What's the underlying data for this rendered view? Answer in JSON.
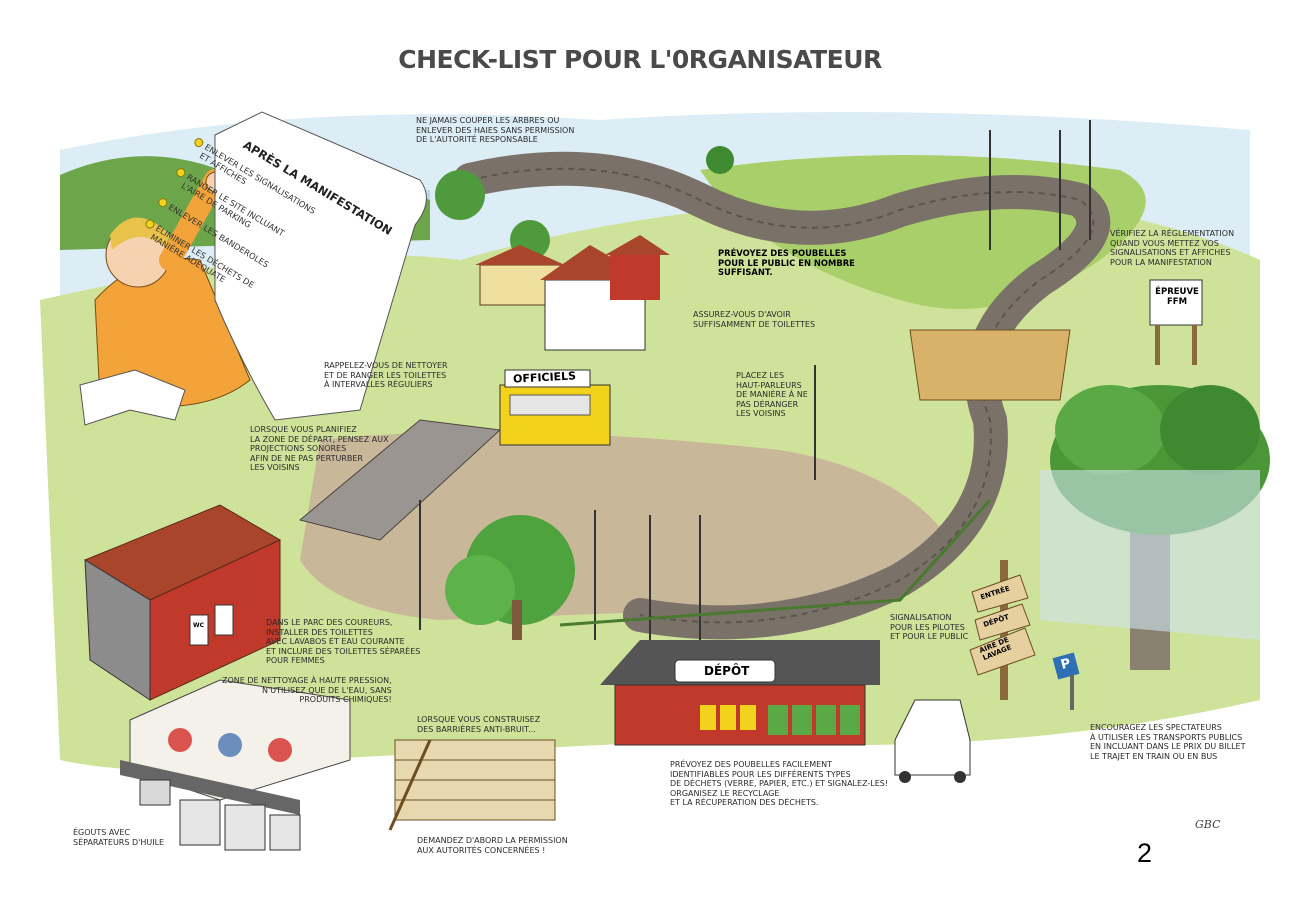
{
  "title": "CHECK-LIST POUR   L'0RGANISATEUR",
  "scroll": {
    "heading": "APRÈS LA MANIFESTATION",
    "items": [
      "ENLEVER LES SIGNALISATIONS\nET AFFICHES",
      "RANGER LE SITE INCLUANT\nL'AIRE DE PARKING",
      "ENLEVER LES BANDEROLES",
      "ÉLIMINER LES DÉCHETS DE\nMANIÈRE ADÉQUATE"
    ]
  },
  "notes": {
    "trees": "NE JAMAIS COUPER LES ARBRES OU\nENLEVER DES HAIES SANS PERMISSION\nDE L'AUTORITÉ RESPONSABLE",
    "bins_public": "PRÉVOYEZ DES POUBELLES\nPOUR LE PUBLIC EN NOMBRE\nSUFFISANT.",
    "toilets_enough": "ASSUREZ-VOUS D'AVOIR\nSUFFISAMMENT DE TOILETTES",
    "regulations": "VÉRIFIEZ LA RÉGLEMENTATION\nQUAND VOUS METTEZ VOS\nSIGNALISATIONS ET AFFICHES\nPOUR LA MANIFESTATION",
    "clean_toilets": "RAPPELEZ-VOUS DE NETTOYER\nET DE RANGER LES TOILETTES\nÀ INTERVALLES RÉGULIERS",
    "speakers": "PLACEZ LES\nHAUT-PARLEURS\nDE MANIÈRE À NE\nPAS DÉRANGER\nLES VOISINS",
    "start_zone": "LORSQUE VOUS PLANIFIEZ\nLA ZONE DE DÉPART, PENSEZ AUX\nPROJECTIONS SONORES\nAFIN DE NE PAS PERTURBER\nLES VOISINS",
    "paddock": "DANS LE PARC DES COUREURS,\nINSTALLER DES TOILETTES\nAVEC LAVABOS ET EAU COURANTE\nET INCLURE DES TOILETTES SÉPARÉES\nPOUR FEMMES",
    "signage": "SIGNALISATION\nPOUR LES PILOTES\nET POUR LE PUBLIC",
    "washing": "ZONE DE NETTOYAGE À HAUTE PRESSION,\nN'UTILISEZ QUE DE L'EAU, SANS\nPRODUITS CHIMIQUES!",
    "noise_barriers": "LORSQUE VOUS CONSTRUISEZ\nDES BARRIÈRES ANTI-BRUIT...",
    "waste_sorting": "PRÉVOYEZ DES POUBELLES FACILEMENT\nIDENTIFIABLES POUR LES DIFFÉRENTS TYPES\nDE DÉCHETS (VERRE, PAPIER, ETC.) ET SIGNALEZ-LES!\nORGANISEZ LE RECYCLAGE\nET LA RÉCUPERATION DES DÉCHETS.",
    "public_transport": "ENCOURAGEZ LES SPECTATEURS\nÀ UTILISER LES TRANSPORTS PUBLICS\nEN INCLUANT  DANS LE PRIX DU BILLET\nLE TRAJET EN TRAIN OU EN BUS",
    "sewers": "ÉGOUTS AVEC\nSÉPARATEURS D'HUILE",
    "permission": "DEMANDEZ D'ABORD LA PERMISSION\nAUX AUTORITÉS CONCERNÉES !"
  },
  "signs": {
    "officiels": "OFFICIELS",
    "depot": "DÉPÔT",
    "epreuve_line1": "ÉPREUVE",
    "epreuve_line2": "FFM",
    "entree": "ENTRÉE",
    "depot_arrow": "DÉPÔT",
    "lavage_line1": "AIRE DE",
    "lavage_line2": "LAVAGE",
    "parking": "P",
    "wc": "WC"
  },
  "page_number": "2",
  "signature": "GBC",
  "colors": {
    "sky": "#d9ecf5",
    "grass": "#8fc04a",
    "grass_light": "#cfe29a",
    "track": "#7a7268",
    "dirt": "#c9b79a",
    "roof": "#a8452a",
    "building_red": "#c0392b",
    "officiels_yellow": "#f2d21b",
    "text": "#2b2b2b"
  }
}
